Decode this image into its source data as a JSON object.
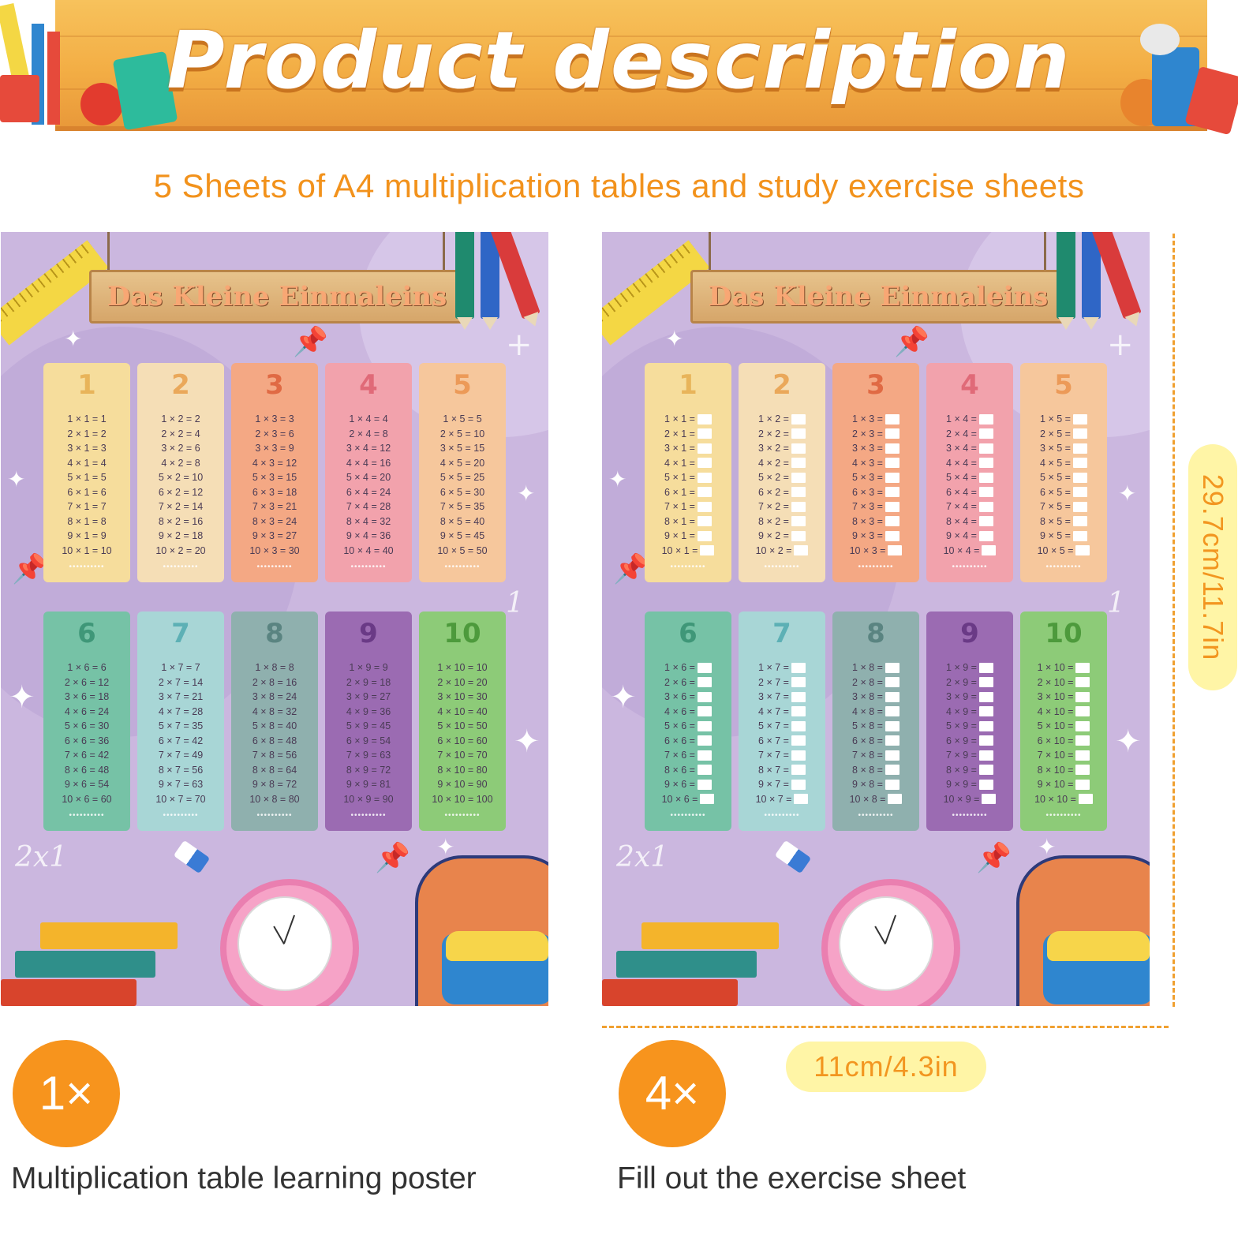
{
  "banner": {
    "title": "Product description"
  },
  "subtitle": "5 Sheets of A4 multiplication tables and study exercise sheets",
  "posters": [
    {
      "sign": "Das Kleine Einmaleins",
      "mode": "filled",
      "quantity": "1×",
      "caption": "Multiplication table learning poster"
    },
    {
      "sign": "Das Kleine Einmaleins",
      "mode": "blank",
      "quantity": "4×",
      "caption": "Fill out the exercise sheet"
    }
  ],
  "tables": [
    {
      "n": 1,
      "color": "#f6dd9c",
      "numColor": "#e8b45a"
    },
    {
      "n": 2,
      "color": "#f5deb6",
      "numColor": "#eaa85a"
    },
    {
      "n": 3,
      "color": "#f4a884",
      "numColor": "#e06a44"
    },
    {
      "n": 4,
      "color": "#f2a2ac",
      "numColor": "#e06a78"
    },
    {
      "n": 5,
      "color": "#f6c79c",
      "numColor": "#ec9a58"
    },
    {
      "n": 6,
      "color": "#76c2a6",
      "numColor": "#3f9778"
    },
    {
      "n": 7,
      "color": "#a8d6d6",
      "numColor": "#5db0b5"
    },
    {
      "n": 8,
      "color": "#8fb0ae",
      "numColor": "#5a8481"
    },
    {
      "n": 9,
      "color": "#9b6bb2",
      "numColor": "#6a3a86"
    },
    {
      "n": 10,
      "color": "#8dcb78",
      "numColor": "#4d9a3c"
    }
  ],
  "decorations": {
    "handwriting": "2x1",
    "corner_mark": "1"
  },
  "dimensions": {
    "height": "29.7cm/11.7in",
    "width": "11cm/4.3in"
  }
}
